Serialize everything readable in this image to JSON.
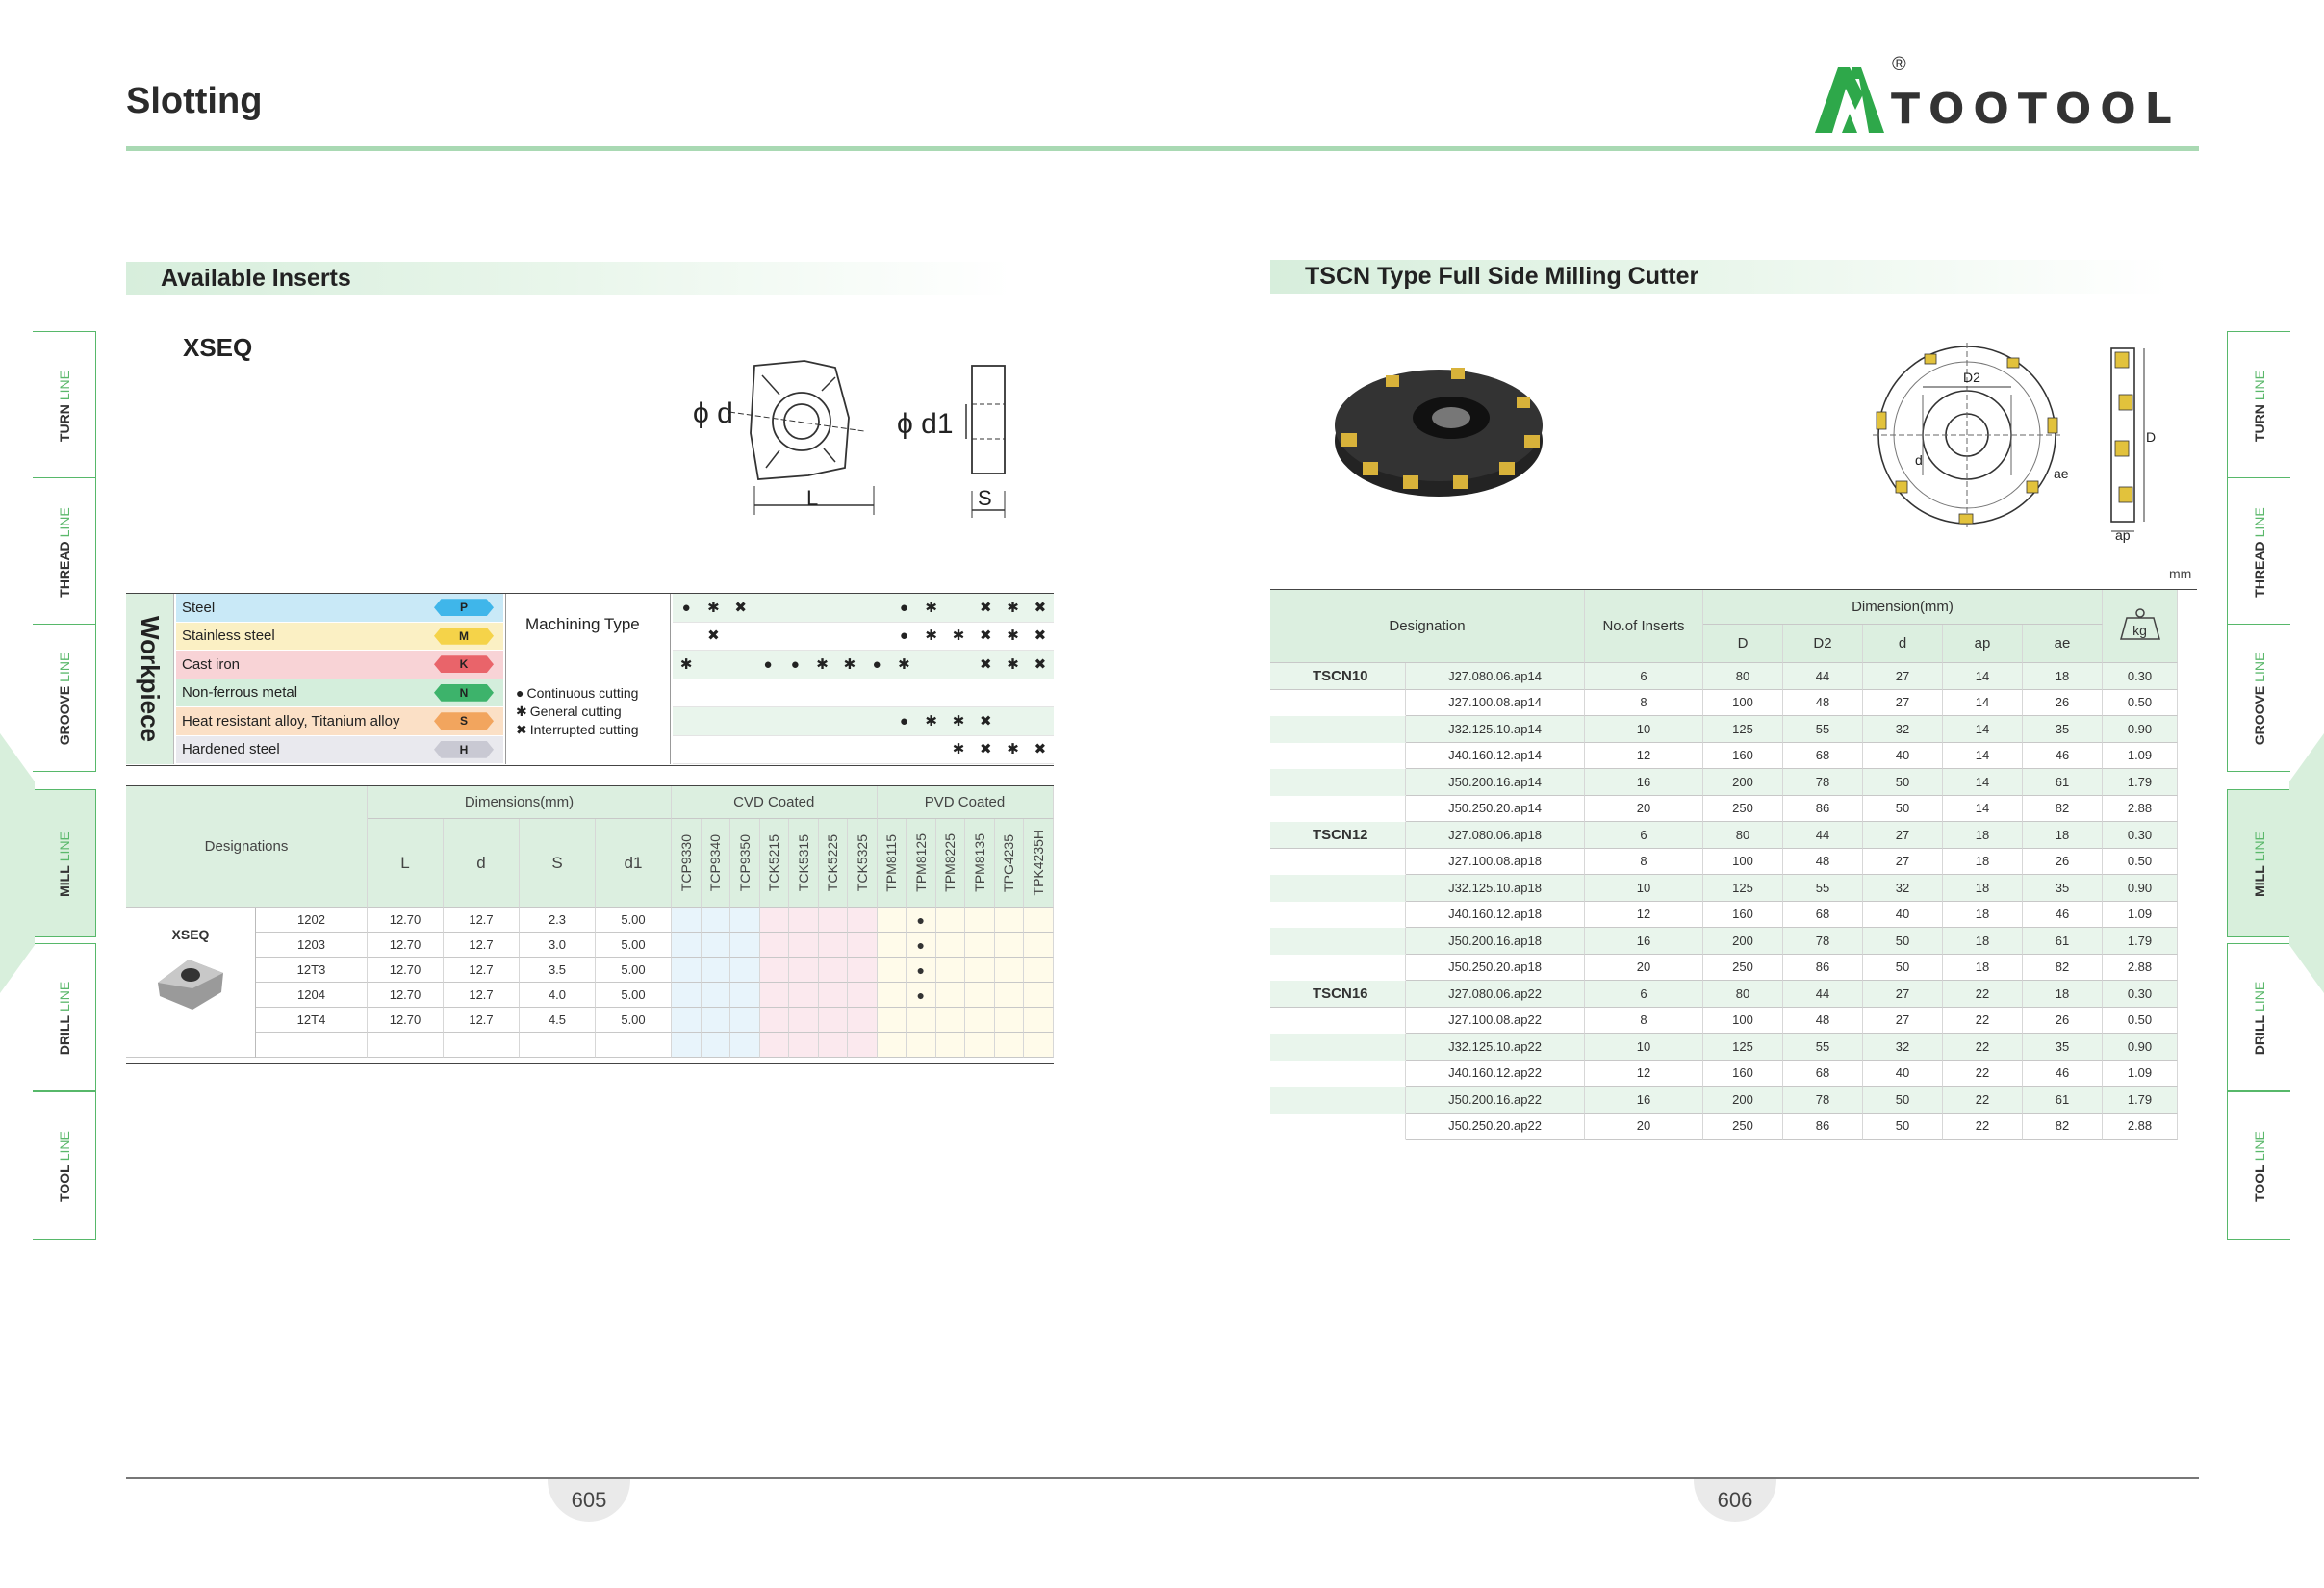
{
  "header": {
    "title": "Slotting",
    "brand": "TOOTOOL",
    "registered": "®"
  },
  "side_tabs": [
    {
      "main": "TURN",
      "suffix": "LINE"
    },
    {
      "main": "THREAD",
      "suffix": "LINE"
    },
    {
      "main": "GROOVE",
      "suffix": "LINE"
    },
    {
      "main": "MILL",
      "suffix": "LINE"
    },
    {
      "main": "DRILL",
      "suffix": "LINE"
    },
    {
      "main": "TOOL",
      "suffix": "LINE"
    }
  ],
  "left": {
    "section_title": "Available Inserts",
    "insert_name": "XSEQ",
    "diagram_labels": {
      "d": "ϕ d",
      "d1": "ϕ d1",
      "L": "L",
      "S": "S"
    },
    "workpiece": {
      "title": "Workpiece",
      "materials": [
        {
          "name": "Steel",
          "code": "P",
          "color": "#3fb6ea",
          "bg": "#c9e9f7"
        },
        {
          "name": "Stainless steel",
          "code": "M",
          "color": "#f5d349",
          "bg": "#fbf0c4"
        },
        {
          "name": "Cast iron",
          "code": "K",
          "color": "#e9646a",
          "bg": "#f8d3d6"
        },
        {
          "name": "Non-ferrous metal",
          "code": "N",
          "color": "#3db36b",
          "bg": "#d4eedc"
        },
        {
          "name": "Heat resistant alloy, Titanium alloy",
          "code": "S",
          "color": "#f2a55e",
          "bg": "#fbe0c6"
        },
        {
          "name": "Hardened steel",
          "code": "H",
          "color": "#c9c9d3",
          "bg": "#e9e9ee"
        }
      ],
      "machining_title": "Machining Type",
      "legend": [
        {
          "symbol": "●",
          "text": "Continuous cutting"
        },
        {
          "symbol": "✱",
          "text": "General cutting"
        },
        {
          "symbol": "✖",
          "text": "Interrupted cutting"
        }
      ],
      "marks": [
        [
          "●",
          "✱",
          "✖",
          "",
          "",
          "",
          "",
          "",
          "●",
          "✱",
          "",
          "✖",
          "✱",
          "✖"
        ],
        [
          "",
          "✖",
          "",
          "",
          "",
          "",
          "",
          "",
          "●",
          "✱",
          "✱",
          "✖",
          "✱",
          "✖"
        ],
        [
          "✱",
          "",
          "",
          "●",
          "●",
          "✱",
          "✱",
          "●",
          "✱",
          "",
          "",
          "✖",
          "✱",
          "✖"
        ],
        [
          "",
          "",
          "",
          "",
          "",
          "",
          "",
          "",
          "",
          "",
          "",
          "",
          "",
          ""
        ],
        [
          "",
          "",
          "",
          "",
          "",
          "",
          "",
          "",
          "●",
          "✱",
          "✱",
          "✖",
          "",
          ""
        ],
        [
          "",
          "",
          "",
          "",
          "",
          "",
          "",
          "",
          "",
          "",
          "✱",
          "✖",
          "✱",
          "✖"
        ]
      ]
    },
    "table": {
      "designations_label": "Designations",
      "dimensions_label": "Dimensions(mm)",
      "cvd_label": "CVD Coated",
      "pvd_label": "PVD Coated",
      "dim_cols": [
        "L",
        "d",
        "S",
        "d1"
      ],
      "grades": [
        "TCP9330",
        "TCP9340",
        "TCP9350",
        "TCK5215",
        "TCK5315",
        "TCK5225",
        "TCK5325",
        "TPM8115",
        "TPM8125",
        "TPM8225",
        "TPM8135",
        "TPG4235",
        "TPK4235H"
      ],
      "series": "XSEQ",
      "rows": [
        {
          "code": "1202",
          "L": "12.70",
          "d": "12.7",
          "S": "2.3",
          "d1": "5.00",
          "mark": "●"
        },
        {
          "code": "1203",
          "L": "12.70",
          "d": "12.7",
          "S": "3.0",
          "d1": "5.00",
          "mark": "●"
        },
        {
          "code": "12T3",
          "L": "12.70",
          "d": "12.7",
          "S": "3.5",
          "d1": "5.00",
          "mark": "●"
        },
        {
          "code": "1204",
          "L": "12.70",
          "d": "12.7",
          "S": "4.0",
          "d1": "5.00",
          "mark": "●"
        },
        {
          "code": "12T4",
          "L": "12.70",
          "d": "12.7",
          "S": "4.5",
          "d1": "5.00",
          "mark": ""
        }
      ]
    },
    "page_number": "605"
  },
  "right": {
    "section_title": "TSCN Type Full Side Milling Cutter",
    "diagram_labels": {
      "D2": "D2",
      "d": "d",
      "ae": "ae",
      "D": "D",
      "ap": "ap"
    },
    "unit": "mm",
    "table": {
      "designation_label": "Designation",
      "inserts_label": "No.of Inserts",
      "dimension_label": "Dimension(mm)",
      "cols": [
        "D",
        "D2",
        "d",
        "ap",
        "ae"
      ],
      "weight_label": "kg",
      "groups": [
        {
          "name": "TSCN10",
          "rows": [
            {
              "code": "J27.080.06.ap14",
              "n": "6",
              "D": "80",
              "D2": "44",
              "d": "27",
              "ap": "14",
              "ae": "18",
              "kg": "0.30"
            },
            {
              "code": "J27.100.08.ap14",
              "n": "8",
              "D": "100",
              "D2": "48",
              "d": "27",
              "ap": "14",
              "ae": "26",
              "kg": "0.50"
            },
            {
              "code": "J32.125.10.ap14",
              "n": "10",
              "D": "125",
              "D2": "55",
              "d": "32",
              "ap": "14",
              "ae": "35",
              "kg": "0.90"
            },
            {
              "code": "J40.160.12.ap14",
              "n": "12",
              "D": "160",
              "D2": "68",
              "d": "40",
              "ap": "14",
              "ae": "46",
              "kg": "1.09"
            },
            {
              "code": "J50.200.16.ap14",
              "n": "16",
              "D": "200",
              "D2": "78",
              "d": "50",
              "ap": "14",
              "ae": "61",
              "kg": "1.79"
            },
            {
              "code": "J50.250.20.ap14",
              "n": "20",
              "D": "250",
              "D2": "86",
              "d": "50",
              "ap": "14",
              "ae": "82",
              "kg": "2.88"
            }
          ]
        },
        {
          "name": "TSCN12",
          "rows": [
            {
              "code": "J27.080.06.ap18",
              "n": "6",
              "D": "80",
              "D2": "44",
              "d": "27",
              "ap": "18",
              "ae": "18",
              "kg": "0.30"
            },
            {
              "code": "J27.100.08.ap18",
              "n": "8",
              "D": "100",
              "D2": "48",
              "d": "27",
              "ap": "18",
              "ae": "26",
              "kg": "0.50"
            },
            {
              "code": "J32.125.10.ap18",
              "n": "10",
              "D": "125",
              "D2": "55",
              "d": "32",
              "ap": "18",
              "ae": "35",
              "kg": "0.90"
            },
            {
              "code": "J40.160.12.ap18",
              "n": "12",
              "D": "160",
              "D2": "68",
              "d": "40",
              "ap": "18",
              "ae": "46",
              "kg": "1.09"
            },
            {
              "code": "J50.200.16.ap18",
              "n": "16",
              "D": "200",
              "D2": "78",
              "d": "50",
              "ap": "18",
              "ae": "61",
              "kg": "1.79"
            },
            {
              "code": "J50.250.20.ap18",
              "n": "20",
              "D": "250",
              "D2": "86",
              "d": "50",
              "ap": "18",
              "ae": "82",
              "kg": "2.88"
            }
          ]
        },
        {
          "name": "TSCN16",
          "rows": [
            {
              "code": "J27.080.06.ap22",
              "n": "6",
              "D": "80",
              "D2": "44",
              "d": "27",
              "ap": "22",
              "ae": "18",
              "kg": "0.30"
            },
            {
              "code": "J27.100.08.ap22",
              "n": "8",
              "D": "100",
              "D2": "48",
              "d": "27",
              "ap": "22",
              "ae": "26",
              "kg": "0.50"
            },
            {
              "code": "J32.125.10.ap22",
              "n": "10",
              "D": "125",
              "D2": "55",
              "d": "32",
              "ap": "22",
              "ae": "35",
              "kg": "0.90"
            },
            {
              "code": "J40.160.12.ap22",
              "n": "12",
              "D": "160",
              "D2": "68",
              "d": "40",
              "ap": "22",
              "ae": "46",
              "kg": "1.09"
            },
            {
              "code": "J50.200.16.ap22",
              "n": "16",
              "D": "200",
              "D2": "78",
              "d": "50",
              "ap": "22",
              "ae": "61",
              "kg": "1.79"
            },
            {
              "code": "J50.250.20.ap22",
              "n": "20",
              "D": "250",
              "D2": "86",
              "d": "50",
              "ap": "22",
              "ae": "82",
              "kg": "2.88"
            }
          ]
        }
      ]
    },
    "page_number": "606"
  }
}
